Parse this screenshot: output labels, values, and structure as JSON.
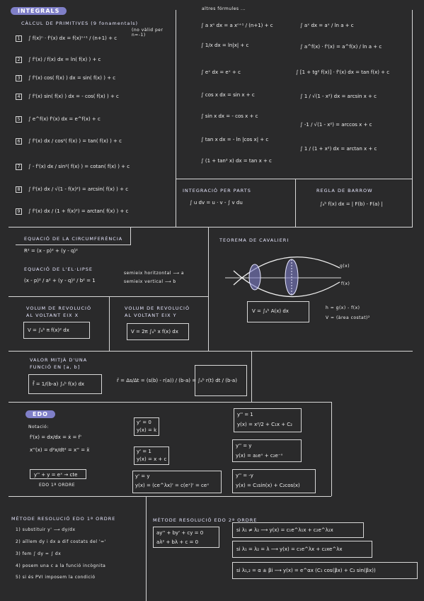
{
  "header": {
    "title": "INTEGRALS"
  },
  "primitives": {
    "title": "CÀLCUL DE PRIMITIVES (9 fonamentals)",
    "note": "(no vàlid per n=-1)",
    "rows": [
      {
        "n": "1",
        "formula": "∫ f(x)ⁿ · f'(x) dx = f(x)ⁿ⁺¹ / (n+1) + c"
      },
      {
        "n": "2",
        "formula": "∫ f'(x) / f(x) dx = ln( f(x) ) + c"
      },
      {
        "n": "3",
        "formula": "∫ f'(x) cos( f(x) ) dx = sin( f(x) ) + c"
      },
      {
        "n": "4",
        "formula": "∫ f'(x) sin( f(x) ) dx = - cos( f(x) ) + c"
      },
      {
        "n": "5",
        "formula": "∫ e^f(x) f'(x) dx = e^f(x) + c"
      },
      {
        "n": "6",
        "formula": "∫ f'(x) dx / cos²( f(x) ) = tan( f(x) ) + c"
      },
      {
        "n": "7",
        "formula": "∫ - f'(x) dx / sin²( f(x) ) = cotan( f(x) ) + c"
      },
      {
        "n": "8",
        "formula": "∫ f'(x) dx / √(1 - f(x)²) = arcsin( f(x) ) + c"
      },
      {
        "n": "9",
        "formula": "∫ f'(x) dx / (1 + f(x)²) = arctan( f(x) ) + c"
      }
    ]
  },
  "others": {
    "title": "altres fórmules ...",
    "left": [
      "∫ a xⁿ dx = a xⁿ⁺¹ / (n+1) + c",
      "∫ 1/x dx = ln|x| + c",
      "∫ eˣ dx = eˣ + c",
      "∫ cos x dx = sin x + c",
      "∫ sin x dx = - cos x + c",
      "∫ tan x dx = - ln |cos x| + c",
      "∫ (1 + tan² x) dx = tan x + c"
    ],
    "right": [
      "∫ aˣ dx = aˣ / ln a + c",
      "∫ a^f(x) · f'(x) = a^f(x) / ln a + c",
      "∫ [1 + tg² f(x)] · f'(x) dx = tan f(x) + c",
      "∫ 1 / √(1 - x²) dx = arcsin x + c",
      "∫ -1 / √(1 - x²) = arccos x + c",
      "∫ 1 / (1 + x²) dx = arctan x + c"
    ]
  },
  "parts": {
    "title": "INTEGRACIÓ PER PARTS",
    "formula": "∫ u dv = u · v - ∫ v du"
  },
  "barrow": {
    "title": "REGLA DE BARROW",
    "formula": "∫ₐᵇ f(x) dx = | F(b) - F(a) |"
  },
  "circle": {
    "title": "EQUACIÓ DE LA CIRCUMFERÈNCIA",
    "formula": "R² = (x - p)² + (y - q)²"
  },
  "ellipse": {
    "title": "EQUACIÓ DE L'EL·LIPSE",
    "formula": "(x - p)² / a² + (y - q)² / b² = 1",
    "h_label": "semieix horitzontal ⟶ a",
    "v_label": "semieix vertical ⟶ b"
  },
  "cavalieri": {
    "title": "TEOREMA DE CAVALIERI",
    "g_label": "g(x)",
    "f_label": "f(x)",
    "formula": "V = ∫ₐᵇ A(x) dx",
    "h_def": "h = g(x) - f(x)",
    "v_def": "V = (àrea costat)²"
  },
  "revolution_x": {
    "title_1": "VOLUM DE REVOLUCIÓ",
    "title_2": "AL VOLTANT EIX X",
    "formula": "V = ∫ₐᵇ π f(x)² dx"
  },
  "revolution_y": {
    "title_1": "VOLUM DE REVOLUCIÓ",
    "title_2": "AL VOLTANT EIX Y",
    "formula": "V = 2π ∫ₐᵇ x f(x) dx"
  },
  "mean": {
    "title_1": "VALOR MITJÀ D'UNA",
    "title_2": "FUNCIÓ EN [a, b]",
    "formula_1": "f̄ = 1/(b-a) ∫ₐᵇ f(x) dx",
    "formula_2": "r̄ = Δs/Δt = (s(b) - r(a)) / (b-a) = ∫ₐᵇ r(t) dt / (b-a)"
  },
  "edo": {
    "title": "EDO",
    "notation_title": "Notació:",
    "notation_1": "f'(x) = dx/dx = ẋ = f'",
    "notation_2": "x''(x) = d²x/dt² = x'' = ẍ",
    "example": "y'' + y = eˣ → cte",
    "example_label": "EDO 1ª ORDRE",
    "solutions": [
      {
        "a": "y' = 0",
        "b": "y(x) = k"
      },
      {
        "a": "y' = 1",
        "b": "y(x) = x + c"
      },
      {
        "a": "y' = y",
        "b": "y(x) = (ce^λx)' = c(eˣ)' = ceˣ"
      },
      {
        "a": "y'' = 1",
        "b": "y(x) = x²/2 + C₁x + C₂"
      },
      {
        "a": "y'' = y",
        "b": "y(x) = a₁eˣ + c₂e⁻ˣ"
      },
      {
        "a": "y'' = -y",
        "b": "y(x) = C₁sin(x) + C₂cos(x)"
      }
    ]
  },
  "method1": {
    "title": "MÈTODE RESOLUCIÓ EDO 1ª ORDRE",
    "steps": [
      "1) substituir y' ⟶ dy/dx",
      "2) aïllem dy i dx a dif costats del '='",
      "3) fem ∫ dy = ∫ dx",
      "4) posem una c a la funció incògnita",
      "5) si és PVI imposem la condició"
    ]
  },
  "method2": {
    "title": "MÈTODE RESOLUCIÓ EDO 2ª ORDRE",
    "char_1": "ay'' + by' + cy = 0",
    "char_2": "aλ² + bλ + c = 0",
    "cases": [
      "si λ₁ ≠ λ₂ ⟶ y(x) = c₁e^λ₁x + c₂e^λ₂x",
      "si λ₁ = λ₂ = λ ⟶ y(x) = c₁e^λx + c₂xe^λx",
      "si λ₁,₂ = α ± βi ⟶ y(x) = e^αx (C₁ cos(βx) + C₂ sin(βx))"
    ]
  }
}
